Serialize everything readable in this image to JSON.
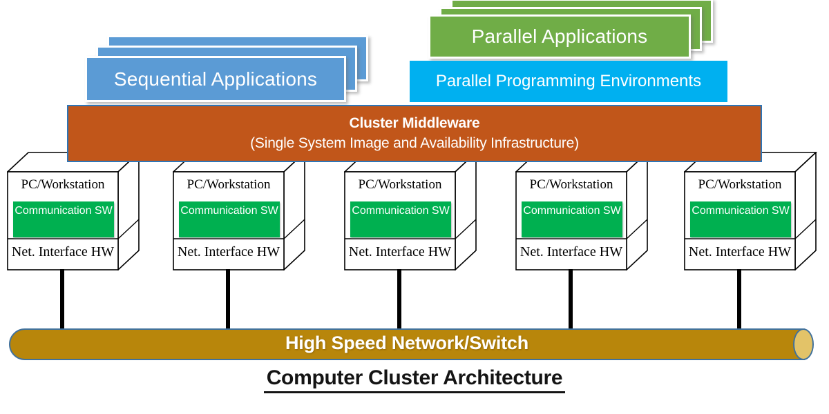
{
  "diagram_title": "Computer Cluster Architecture",
  "stacks": {
    "sequential": {
      "label": "Sequential Applications",
      "layer_count": 3
    },
    "parallel": {
      "label": "Parallel Applications",
      "layer_count": 3
    }
  },
  "ppe_label": "Parallel Programming Environments",
  "middleware": {
    "title": "Cluster Middleware",
    "subtitle": "(Single System Image and Availability Infrastructure)"
  },
  "nodes": [
    {
      "top_label": "PC/Workstation",
      "sw_label": "Communication SW",
      "hw_label": "Net. Interface HW"
    },
    {
      "top_label": "PC/Workstation",
      "sw_label": "Communication SW",
      "hw_label": "Net. Interface HW"
    },
    {
      "top_label": "PC/Workstation",
      "sw_label": "Communication SW",
      "hw_label": "Net. Interface HW"
    },
    {
      "top_label": "PC/Workstation",
      "sw_label": "Communication SW",
      "hw_label": "Net. Interface HW"
    },
    {
      "top_label": "PC/Workstation",
      "sw_label": "Communication SW",
      "hw_label": "Net. Interface HW"
    }
  ],
  "network_label": "High Speed Network/Switch",
  "colors": {
    "sequential_blue": "#5B9BD5",
    "parallel_green": "#70AD47",
    "ppe_cyan": "#00B0F0",
    "middleware_orange": "#C1561A",
    "middleware_border_blue": "#2E75B6",
    "communication_sw_green": "#00B050",
    "network_gold": "#B8860B",
    "network_cap_tan": "#E3C368",
    "network_border_blue": "#41719C",
    "node_face_white": "#FFFFFF",
    "connector_black": "#000000"
  }
}
